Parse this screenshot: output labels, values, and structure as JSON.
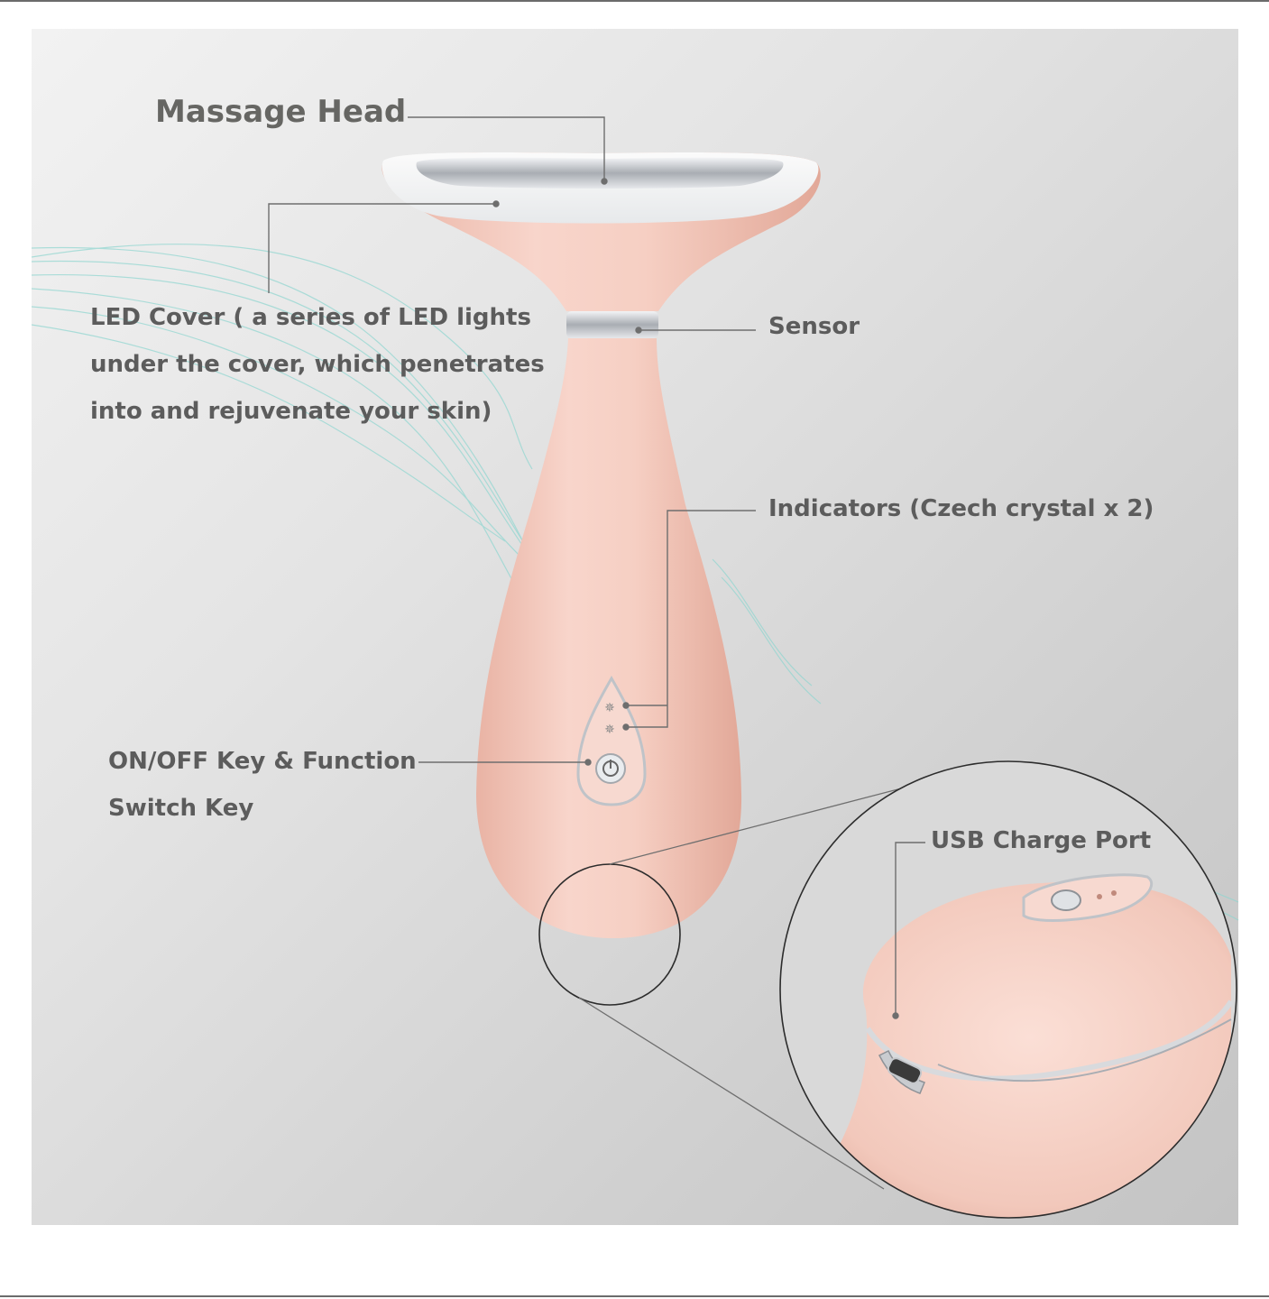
{
  "labels": {
    "massage_head": "Massage Head",
    "led_cover": [
      "LED Cover ( a series of LED lights",
      "under the cover, which penetrates",
      "into and rejuvenate your skin)"
    ],
    "sensor": "Sensor",
    "indicators": "Indicators (Czech crystal x 2)",
    "on_off_key": [
      "ON/OFF Key & Function",
      "Switch Key"
    ],
    "usb_port": "USB Charge Port"
  },
  "colors": {
    "device_pink": "#f4c9bd",
    "chrome": "#c9ccd0",
    "leader_line": "#6e6e6e",
    "label_text": "#5c5c5c",
    "wave_lines": "#7fcfca"
  }
}
